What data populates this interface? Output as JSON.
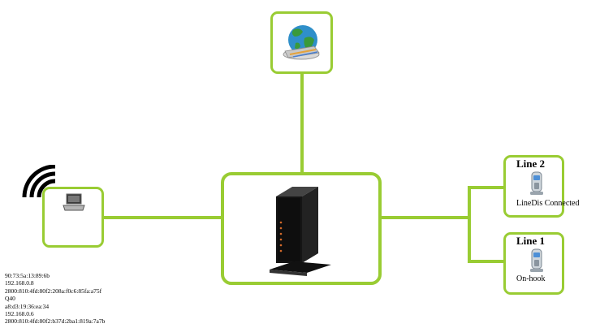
{
  "lines": [
    {
      "label": "Line 2",
      "status": "LineDis Connected"
    },
    {
      "label": "Line 1",
      "status": "On-hook"
    }
  ],
  "device_info": [
    "90:73:5a:13:89:6b",
    "192.168.0.8",
    "2800:810:4fd:80f2:208a:f0c6:85fa:a75f",
    "Q40",
    "a8:d3:19:36:ea:34",
    "192.168.0.6",
    "2800:810:4fd:80f2:b37d:2ba1:819a:7a7b"
  ],
  "icons": {
    "internet": "globe-network-icon",
    "router": "router-icon",
    "wifi": "wifi-icon",
    "laptop": "laptop-icon",
    "phone": "phone-handset-icon"
  },
  "colors": {
    "link": "#99cc33"
  }
}
